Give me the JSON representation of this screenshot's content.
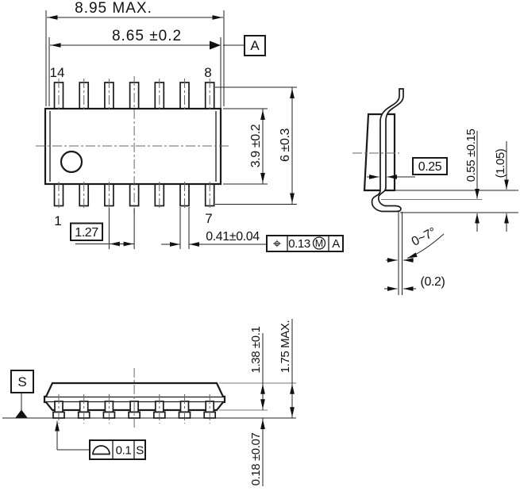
{
  "views": {
    "top": {
      "dim_overall": "8.95 MAX.",
      "dim_body": "8.65 ±0.2",
      "pin_num_top_left": "14",
      "pin_num_top_right": "8",
      "pin_num_bottom_left": "1",
      "pin_num_bottom_right": "7",
      "dim_pitch": "1.27",
      "dim_lead_width": "0.41±0.04",
      "dim_body_width": "3.9 ±0.2",
      "dim_lead_span": "6 ±0.3",
      "datum_label": "A",
      "fcf": {
        "symbol": "⌖",
        "tolerance": "0.13",
        "modifier": "M",
        "datum": "A"
      }
    },
    "side": {
      "dim_lead_thickness": "0.25",
      "dim_foot_height": "0.55 ±0.15",
      "dim_shoulder_ref": "(1.05)",
      "dim_foot_angle": "0~7°",
      "dim_tip_ref": "(0.2)"
    },
    "front": {
      "datum_label": "S",
      "fcf": {
        "tolerance": "0.1",
        "datum": "S"
      },
      "dim_body_height": "1.38 ±0.1",
      "dim_overall_height": "1.75 MAX.",
      "dim_standoff": "0.18 ±0.07"
    }
  },
  "colors": {
    "line": "#1a1a1a",
    "centerline": "#666666",
    "background": "#ffffff"
  }
}
